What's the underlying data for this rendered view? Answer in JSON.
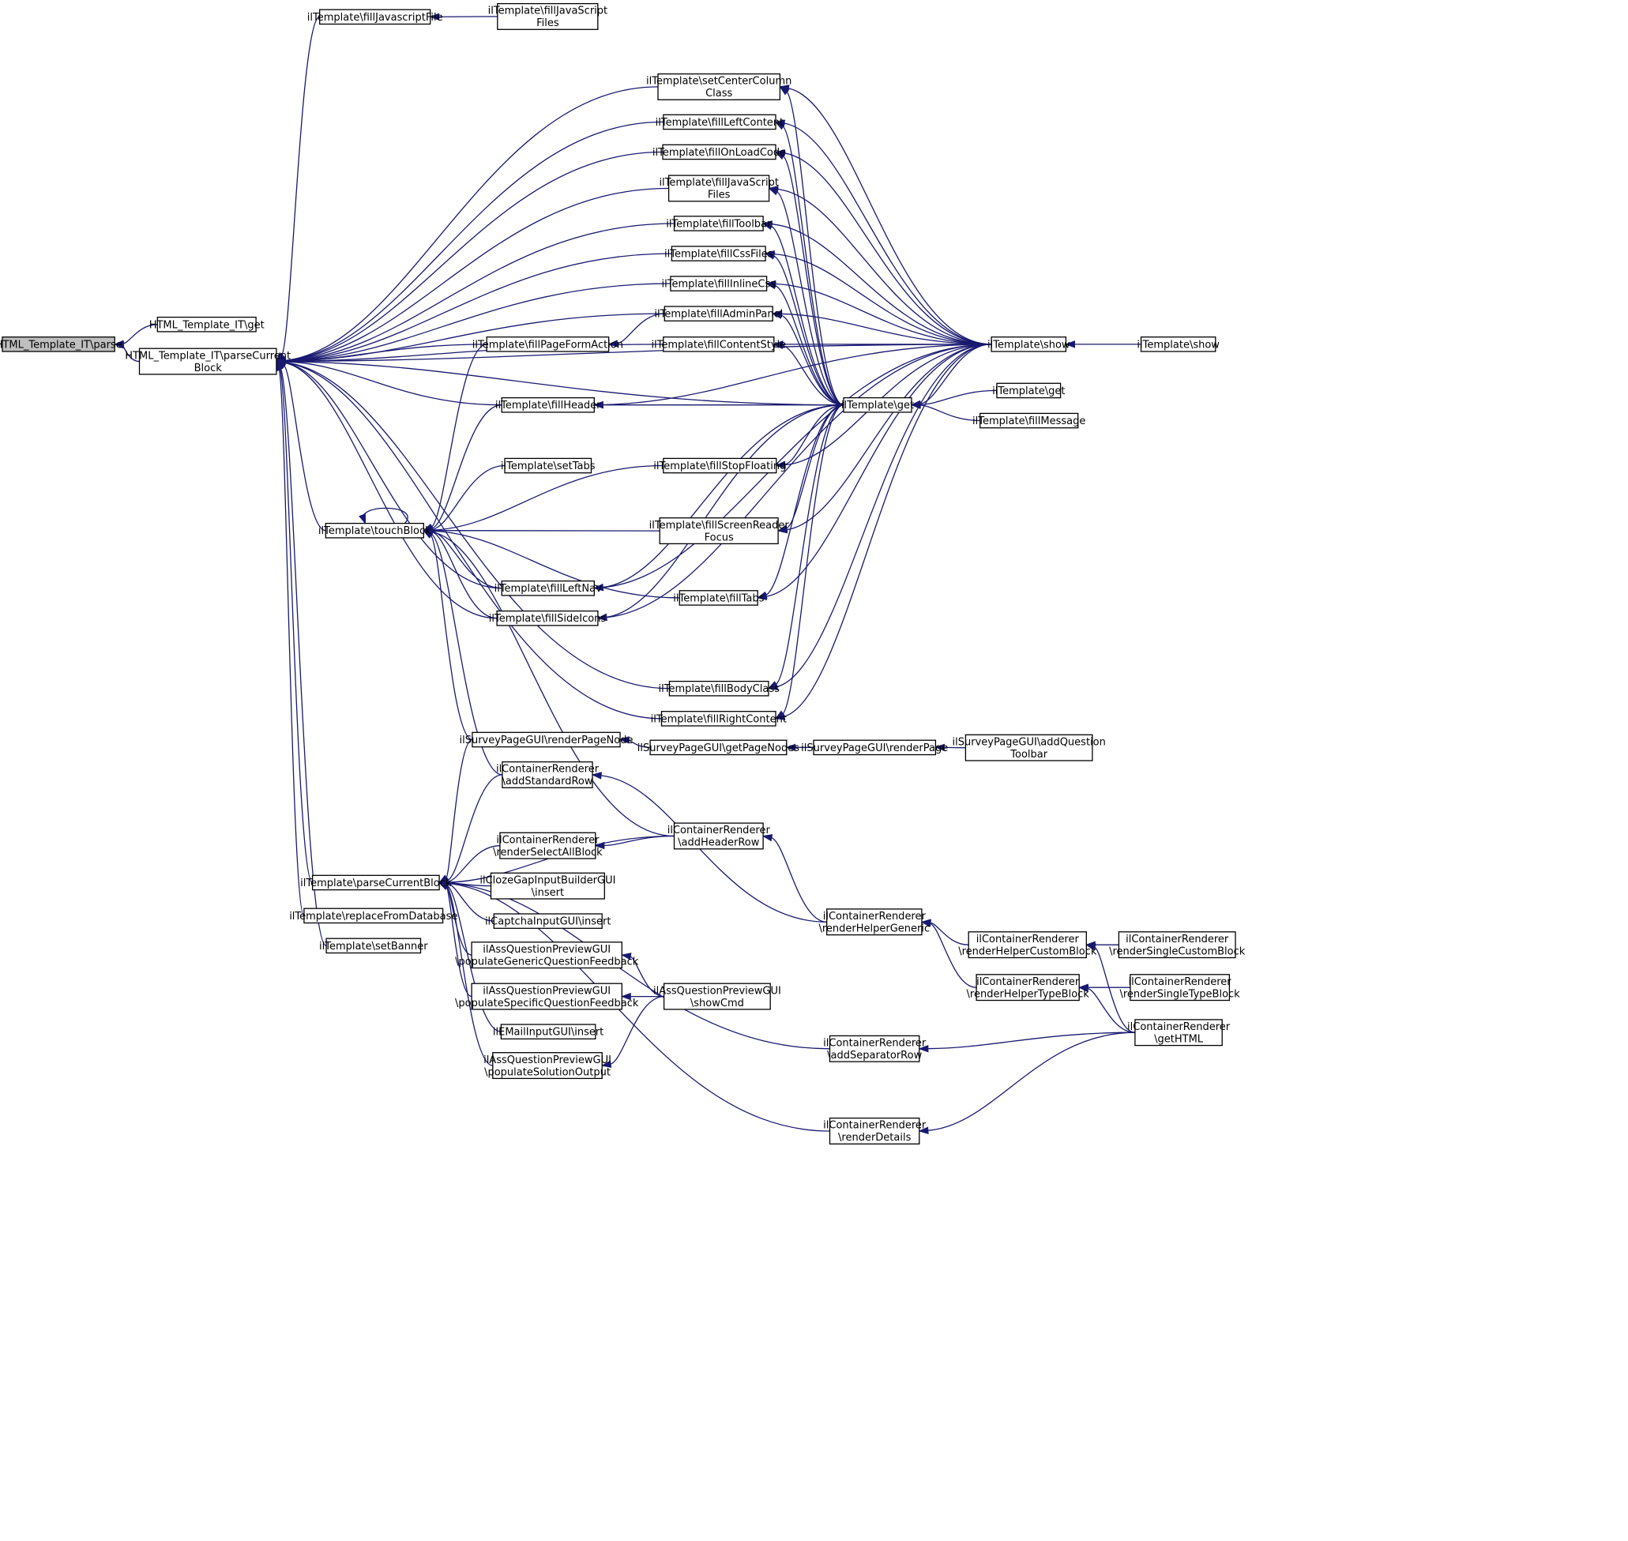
{
  "title": "",
  "colors": {
    "edge": "#191970",
    "node_border": "#000000",
    "root_fill": "#bfbfbf",
    "node_fill": "#ffffff"
  },
  "nodes": [
    {
      "id": "n0",
      "lines": [
        "HTML_Template_IT\\parse"
      ]
    },
    {
      "id": "n1",
      "lines": [
        "HTML_Template_IT\\get"
      ]
    },
    {
      "id": "n2",
      "lines": [
        "HTML_Template_IT\\parseCurrent",
        "Block"
      ]
    },
    {
      "id": "n3",
      "lines": [
        "ilTemplate\\fillJavascriptFile"
      ]
    },
    {
      "id": "n4",
      "lines": [
        "ilTemplate\\fillJavaScript",
        "Files"
      ]
    },
    {
      "id": "n5",
      "lines": [
        "ilTemplate\\setCenterColumn",
        "Class"
      ]
    },
    {
      "id": "n6",
      "lines": [
        "ilTemplate\\fillLeftContent"
      ]
    },
    {
      "id": "n7",
      "lines": [
        "ilTemplate\\fillOnLoadCode"
      ]
    },
    {
      "id": "n8",
      "lines": [
        "ilTemplate\\fillJavaScript",
        "Files"
      ]
    },
    {
      "id": "n9",
      "lines": [
        "ilTemplate\\fillToolbar"
      ]
    },
    {
      "id": "n10",
      "lines": [
        "ilTemplate\\fillCssFiles"
      ]
    },
    {
      "id": "n11",
      "lines": [
        "ilTemplate\\fillInlineCss"
      ]
    },
    {
      "id": "n12",
      "lines": [
        "ilTemplate\\fillAdminPanel"
      ]
    },
    {
      "id": "n13",
      "lines": [
        "ilTemplate\\fillPageFormAction"
      ]
    },
    {
      "id": "n14",
      "lines": [
        "ilTemplate\\fillContentStyle"
      ]
    },
    {
      "id": "n15",
      "lines": [
        "ilTemplate\\show"
      ]
    },
    {
      "id": "n16",
      "lines": [
        "ilTemplate\\show"
      ]
    },
    {
      "id": "n17",
      "lines": [
        "ilTemplate\\fillHeader"
      ]
    },
    {
      "id": "n18",
      "lines": [
        "ilTemplate\\get"
      ]
    },
    {
      "id": "n19",
      "lines": [
        "ilTemplate\\get"
      ]
    },
    {
      "id": "n20",
      "lines": [
        "ilTemplate\\fillMessage"
      ]
    },
    {
      "id": "n21",
      "lines": [
        "ilTemplate\\setTabs"
      ]
    },
    {
      "id": "n22",
      "lines": [
        "ilTemplate\\fillStopFloating"
      ]
    },
    {
      "id": "n23",
      "lines": [
        "ilTemplate\\touchBlock"
      ]
    },
    {
      "id": "n24",
      "lines": [
        "ilTemplate\\fillScreenReader",
        "Focus"
      ]
    },
    {
      "id": "n25",
      "lines": [
        "ilTemplate\\fillLeftNav"
      ]
    },
    {
      "id": "n26",
      "lines": [
        "ilTemplate\\fillTabs"
      ]
    },
    {
      "id": "n27",
      "lines": [
        "ilTemplate\\fillSideIcons"
      ]
    },
    {
      "id": "n28",
      "lines": [
        "ilTemplate\\fillBodyClass"
      ]
    },
    {
      "id": "n29",
      "lines": [
        "ilTemplate\\fillRightContent"
      ]
    },
    {
      "id": "n30",
      "lines": [
        "ilSurveyPageGUI\\renderPageNode"
      ]
    },
    {
      "id": "n31",
      "lines": [
        "ilSurveyPageGUI\\getPageNodes"
      ]
    },
    {
      "id": "n32",
      "lines": [
        "ilSurveyPageGUI\\renderPage"
      ]
    },
    {
      "id": "n33",
      "lines": [
        "ilSurveyPageGUI\\addQuestion",
        "Toolbar"
      ]
    },
    {
      "id": "n34",
      "lines": [
        "ilContainerRenderer",
        "\\addStandardRow"
      ]
    },
    {
      "id": "n35",
      "lines": [
        "ilContainerRenderer",
        "\\addHeaderRow"
      ]
    },
    {
      "id": "n36",
      "lines": [
        "ilContainerRenderer",
        "\\renderSelectAllBlock"
      ]
    },
    {
      "id": "n37",
      "lines": [
        "ilTemplate\\parseCurrentBlock"
      ]
    },
    {
      "id": "n38",
      "lines": [
        "ilClozeGapInputBuilderGUI",
        "\\insert"
      ]
    },
    {
      "id": "n39",
      "lines": [
        "ilTemplate\\replaceFromDatabase"
      ]
    },
    {
      "id": "n40",
      "lines": [
        "ilCaptchaInputGUI\\insert"
      ]
    },
    {
      "id": "n41",
      "lines": [
        "ilContainerRenderer",
        "\\renderHelperGeneric"
      ]
    },
    {
      "id": "n42",
      "lines": [
        "ilTemplate\\setBanner"
      ]
    },
    {
      "id": "n43",
      "lines": [
        "ilContainerRenderer",
        "\\renderHelperCustomBlock"
      ]
    },
    {
      "id": "n44",
      "lines": [
        "ilContainerRenderer",
        "\\renderSingleCustomBlock"
      ]
    },
    {
      "id": "n45",
      "lines": [
        "ilAssQuestionPreviewGUI",
        "\\populateGenericQuestionFeedback"
      ]
    },
    {
      "id": "n46",
      "lines": [
        "ilContainerRenderer",
        "\\renderHelperTypeBlock"
      ]
    },
    {
      "id": "n47",
      "lines": [
        "ilContainerRenderer",
        "\\renderSingleTypeBlock"
      ]
    },
    {
      "id": "n48",
      "lines": [
        "ilAssQuestionPreviewGUI",
        "\\populateSpecificQuestionFeedback"
      ]
    },
    {
      "id": "n49",
      "lines": [
        "ilAssQuestionPreviewGUI",
        "\\showCmd"
      ]
    },
    {
      "id": "n50",
      "lines": [
        "ilEMailInputGUI\\insert"
      ]
    },
    {
      "id": "n51",
      "lines": [
        "ilContainerRenderer",
        "\\getHTML"
      ]
    },
    {
      "id": "n52",
      "lines": [
        "ilAssQuestionPreviewGUI",
        "\\populateSolutionOutput"
      ]
    },
    {
      "id": "n53",
      "lines": [
        "ilContainerRenderer",
        "\\addSeparatorRow"
      ]
    },
    {
      "id": "n54",
      "lines": [
        "ilContainerRenderer",
        "\\renderDetails"
      ]
    }
  ],
  "edges": [
    [
      "n1",
      "n0"
    ],
    [
      "n2",
      "n0"
    ],
    [
      "n3",
      "n2"
    ],
    [
      "n5",
      "n2"
    ],
    [
      "n6",
      "n2"
    ],
    [
      "n7",
      "n2"
    ],
    [
      "n8",
      "n2"
    ],
    [
      "n9",
      "n2"
    ],
    [
      "n10",
      "n2"
    ],
    [
      "n11",
      "n2"
    ],
    [
      "n12",
      "n2"
    ],
    [
      "n13",
      "n2"
    ],
    [
      "n14",
      "n2"
    ],
    [
      "n15",
      "n2"
    ],
    [
      "n17",
      "n2"
    ],
    [
      "n18",
      "n2"
    ],
    [
      "n23",
      "n2"
    ],
    [
      "n25",
      "n2"
    ],
    [
      "n27",
      "n2"
    ],
    [
      "n28",
      "n2"
    ],
    [
      "n29",
      "n2"
    ],
    [
      "n37",
      "n2"
    ],
    [
      "n39",
      "n2"
    ],
    [
      "n42",
      "n2"
    ],
    [
      "n4",
      "n3"
    ],
    [
      "n15",
      "n5"
    ],
    [
      "n18",
      "n5"
    ],
    [
      "n15",
      "n6"
    ],
    [
      "n18",
      "n6"
    ],
    [
      "n15",
      "n7"
    ],
    [
      "n18",
      "n7"
    ],
    [
      "n15",
      "n8"
    ],
    [
      "n18",
      "n8"
    ],
    [
      "n15",
      "n9"
    ],
    [
      "n18",
      "n9"
    ],
    [
      "n15",
      "n10"
    ],
    [
      "n18",
      "n10"
    ],
    [
      "n15",
      "n11"
    ],
    [
      "n18",
      "n11"
    ],
    [
      "n15",
      "n12"
    ],
    [
      "n18",
      "n12"
    ],
    [
      "n12",
      "n13"
    ],
    [
      "n15",
      "n14"
    ],
    [
      "n18",
      "n14"
    ],
    [
      "n16",
      "n15"
    ],
    [
      "n15",
      "n17"
    ],
    [
      "n18",
      "n17"
    ],
    [
      "n15",
      "n18"
    ],
    [
      "n19",
      "n18"
    ],
    [
      "n20",
      "n18"
    ],
    [
      "n23",
      "n23"
    ],
    [
      "n13",
      "n23"
    ],
    [
      "n17",
      "n23"
    ],
    [
      "n21",
      "n23"
    ],
    [
      "n22",
      "n23"
    ],
    [
      "n24",
      "n23"
    ],
    [
      "n25",
      "n23"
    ],
    [
      "n26",
      "n23"
    ],
    [
      "n27",
      "n23"
    ],
    [
      "n30",
      "n23"
    ],
    [
      "n34",
      "n23"
    ],
    [
      "n35",
      "n23"
    ],
    [
      "n15",
      "n22"
    ],
    [
      "n18",
      "n22"
    ],
    [
      "n15",
      "n24"
    ],
    [
      "n18",
      "n24"
    ],
    [
      "n15",
      "n25"
    ],
    [
      "n18",
      "n25"
    ],
    [
      "n15",
      "n26"
    ],
    [
      "n18",
      "n26"
    ],
    [
      "n15",
      "n27"
    ],
    [
      "n18",
      "n27"
    ],
    [
      "n15",
      "n28"
    ],
    [
      "n18",
      "n28"
    ],
    [
      "n15",
      "n29"
    ],
    [
      "n18",
      "n29"
    ],
    [
      "n31",
      "n30"
    ],
    [
      "n32",
      "n31"
    ],
    [
      "n33",
      "n32"
    ],
    [
      "n41",
      "n34"
    ],
    [
      "n41",
      "n35"
    ],
    [
      "n35",
      "n36"
    ],
    [
      "n30",
      "n37"
    ],
    [
      "n34",
      "n37"
    ],
    [
      "n35",
      "n37"
    ],
    [
      "n36",
      "n37"
    ],
    [
      "n38",
      "n37"
    ],
    [
      "n40",
      "n37"
    ],
    [
      "n45",
      "n37"
    ],
    [
      "n48",
      "n37"
    ],
    [
      "n50",
      "n37"
    ],
    [
      "n52",
      "n37"
    ],
    [
      "n53",
      "n37"
    ],
    [
      "n54",
      "n37"
    ],
    [
      "n43",
      "n41"
    ],
    [
      "n46",
      "n41"
    ],
    [
      "n44",
      "n43"
    ],
    [
      "n51",
      "n43"
    ],
    [
      "n47",
      "n46"
    ],
    [
      "n51",
      "n46"
    ],
    [
      "n49",
      "n45"
    ],
    [
      "n49",
      "n48"
    ],
    [
      "n49",
      "n52"
    ],
    [
      "n51",
      "n53"
    ],
    [
      "n51",
      "n54"
    ]
  ]
}
